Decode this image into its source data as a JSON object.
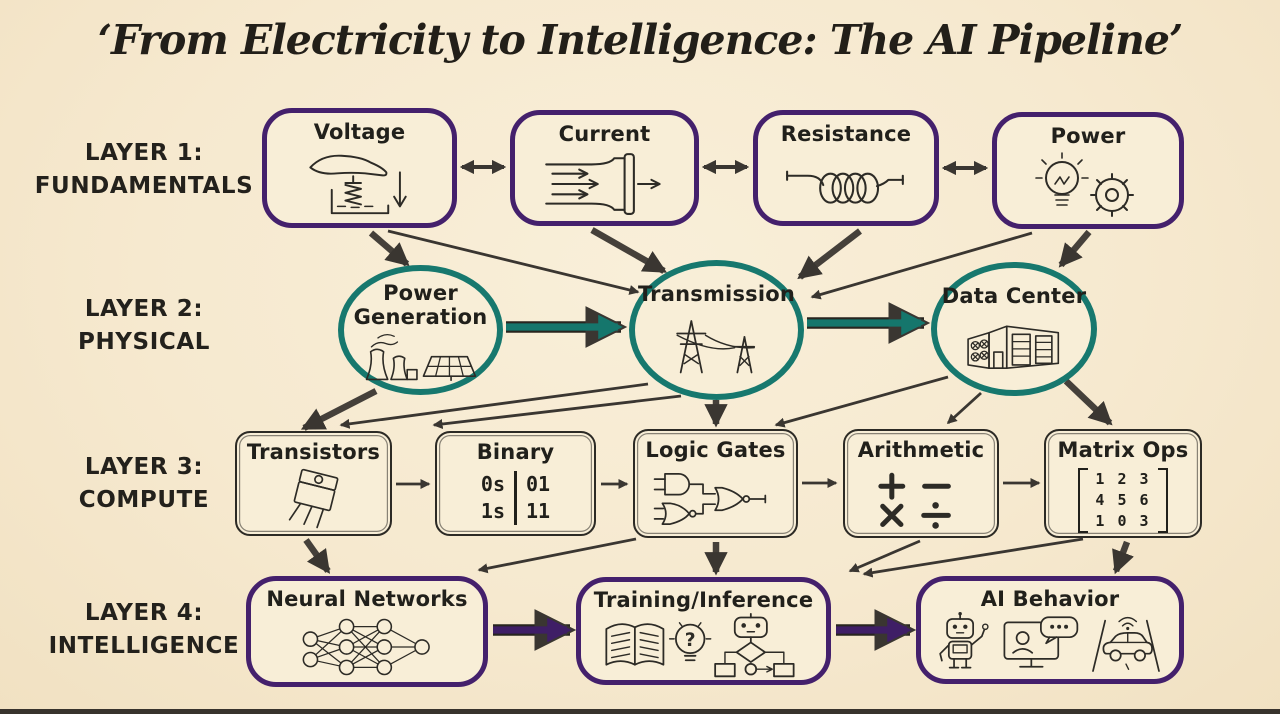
{
  "title": "‘From Electricity to Intelligence: The AI Pipeline’",
  "colors": {
    "background": "#f6e9cf",
    "purple_border": "#44206c",
    "teal_border": "#17786e",
    "ink": "#2d2b26",
    "dark_arrow": "#3a3631",
    "teal_arrow": "#15766c",
    "purple_arrow": "#3f1e66"
  },
  "layers": [
    {
      "line1": "LAYER 1:",
      "line2": "FUNDAMENTALS"
    },
    {
      "line1": "LAYER 2:",
      "line2": "PHYSICAL"
    },
    {
      "line1": "LAYER 3:",
      "line2": "COMPUTE"
    },
    {
      "line1": "LAYER 4:",
      "line2": "INTELLIGENCE"
    }
  ],
  "nodes": {
    "voltage": {
      "label": "Voltage",
      "icon": "hand-pressure-spring-water-icon"
    },
    "current": {
      "label": "Current",
      "icon": "flow-arrows-pipe-icon"
    },
    "resistance": {
      "label": "Resistance",
      "icon": "wire-coil-icon"
    },
    "power": {
      "label": "Power",
      "icon": "lightbulb-gear-icon"
    },
    "power_generation": {
      "line1": "Power",
      "line2": "Generation",
      "icon": "cooling-towers-solar-panel-icon"
    },
    "transmission": {
      "label": "Transmission",
      "icon": "pylon-towers-icon"
    },
    "data_center": {
      "label": "Data Center",
      "icon": "server-building-icon"
    },
    "transistors": {
      "label": "Transistors",
      "icon": "transistor-package-icon"
    },
    "binary": {
      "label": "Binary",
      "rows": [
        {
          "left": "0s",
          "right": "01"
        },
        {
          "left": "1s",
          "right": "11"
        }
      ]
    },
    "logic_gates": {
      "label": "Logic Gates",
      "icon": "and-or-gates-icon"
    },
    "arithmetic": {
      "label": "Arithmetic",
      "icon": "plus-minus-times-divide-icon"
    },
    "matrix_ops": {
      "label": "Matrix Ops",
      "rows": [
        "1 2 3",
        "4 5 6",
        "1 0 3"
      ]
    },
    "neural_networks": {
      "label": "Neural Networks",
      "icon": "neural-network-icon"
    },
    "training_inference": {
      "label": "Training/Inference",
      "icon": "book-bulb-robot-flowchart-icon",
      "question_mark": "?"
    },
    "ai_behavior": {
      "label": "AI Behavior",
      "icon": "robot-chat-car-icon"
    }
  },
  "edges": [
    {
      "from": "voltage",
      "to": "current",
      "style": "double"
    },
    {
      "from": "current",
      "to": "resistance",
      "style": "double"
    },
    {
      "from": "resistance",
      "to": "power",
      "style": "double"
    },
    {
      "from": "voltage",
      "to": "power_generation",
      "style": "thick"
    },
    {
      "from": "voltage",
      "to": "transmission",
      "style": "thin"
    },
    {
      "from": "current",
      "to": "transmission",
      "style": "thick"
    },
    {
      "from": "resistance",
      "to": "transmission",
      "style": "thick"
    },
    {
      "from": "power",
      "to": "transmission",
      "style": "thin"
    },
    {
      "from": "power",
      "to": "data_center",
      "style": "thick"
    },
    {
      "from": "power_generation",
      "to": "transmission",
      "style": "teal"
    },
    {
      "from": "transmission",
      "to": "data_center",
      "style": "teal"
    },
    {
      "from": "power_generation",
      "to": "transistors",
      "style": "thick"
    },
    {
      "from": "transmission",
      "to": "transistors",
      "style": "thin"
    },
    {
      "from": "transmission",
      "to": "binary",
      "style": "thin"
    },
    {
      "from": "transmission",
      "to": "logic_gates",
      "style": "thick"
    },
    {
      "from": "data_center",
      "to": "logic_gates",
      "style": "thin"
    },
    {
      "from": "data_center",
      "to": "arithmetic",
      "style": "thin"
    },
    {
      "from": "data_center",
      "to": "matrix_ops",
      "style": "thick"
    },
    {
      "from": "transistors",
      "to": "binary",
      "style": "thin"
    },
    {
      "from": "binary",
      "to": "logic_gates",
      "style": "thin"
    },
    {
      "from": "logic_gates",
      "to": "arithmetic",
      "style": "thin"
    },
    {
      "from": "arithmetic",
      "to": "matrix_ops",
      "style": "thin"
    },
    {
      "from": "transistors",
      "to": "neural_networks",
      "style": "thick"
    },
    {
      "from": "logic_gates",
      "to": "neural_networks",
      "style": "thin"
    },
    {
      "from": "logic_gates",
      "to": "training_inference",
      "style": "thick"
    },
    {
      "from": "arithmetic",
      "to": "training_inference",
      "style": "thin"
    },
    {
      "from": "matrix_ops",
      "to": "training_inference",
      "style": "thin"
    },
    {
      "from": "matrix_ops",
      "to": "ai_behavior",
      "style": "thick"
    },
    {
      "from": "neural_networks",
      "to": "training_inference",
      "style": "purple"
    },
    {
      "from": "training_inference",
      "to": "ai_behavior",
      "style": "purple"
    }
  ]
}
